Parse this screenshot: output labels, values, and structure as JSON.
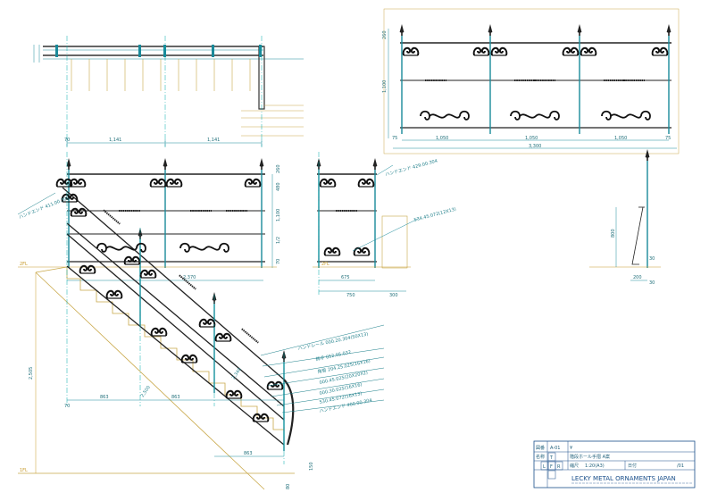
{
  "dimensions": {
    "front_top_left": "1,141",
    "front_top_right": "1,141",
    "front_h_total": "2,370",
    "front_v_260": "260",
    "front_v_1100": "1,100",
    "front_v_70": "70",
    "stair_left_gap": "70",
    "stair_base_1": "863",
    "stair_base_2": "863",
    "stair_base_3": "863",
    "stair_v_2505": "2,505",
    "stair_v_150": "150",
    "side_675": "675",
    "side_750": "750",
    "side_300": "300",
    "right_v_260": "260",
    "right_v_1100": "1,100",
    "right_1050_a": "1,050",
    "right_1050_b": "1,050",
    "right_1050_c": "1,050",
    "right_total": "3,300",
    "right_75_l": "75",
    "right_75_r": "75",
    "small_800": "800",
    "small_30": "30",
    "small_200": "200",
    "small_30b": "30"
  },
  "floor_marks": {
    "upper": "2FL",
    "lower": "1FL",
    "side": "2FL"
  },
  "callouts": [
    "ハンドレール 000.20.304(50X13)",
    "飾手 052.05.032",
    "角管 204.25.025(16X16)",
    "000.45.025(20X20X2)",
    "000.30.025(16X16)",
    "530.45.072(16X13)",
    "ハンドエンド 400.00.304"
  ],
  "side_callouts": [
    "ハンドエンド 429.00.304",
    "534.45.072(12X13)",
    "ハンドエンド 411.00.305"
  ],
  "title_block": {
    "drawing_no_label": "図番",
    "drawing_no": "A-01",
    "name_label": "名称",
    "name": "階段ホール手摺 A案",
    "scale_label": "縮尺",
    "scale": "1:20(A3)",
    "date_label": "日付",
    "sheet": "/01",
    "view_t": "T",
    "view_l": "L",
    "view_f": "F",
    "view_r": "R",
    "company": "LECKY METAL ORNAMENTS JAPAN"
  }
}
